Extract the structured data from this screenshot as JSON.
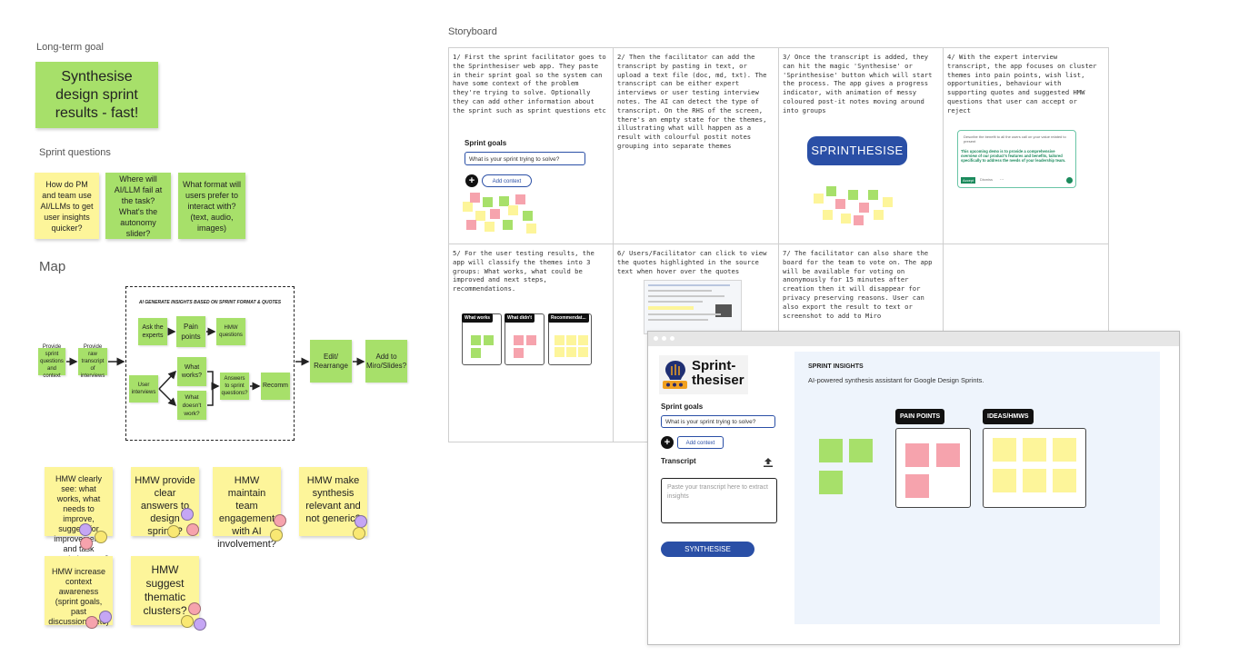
{
  "long_term": {
    "heading": "Long-term goal",
    "goal": "Synthesise design sprint results - fast!"
  },
  "sprint_questions": {
    "heading": "Sprint questions",
    "items": [
      "How do PM and team use AI/LLMs to get user insights quicker?",
      "Where will AI/LLM fail at the task? What's the autonomy slider?",
      "What format will users prefer to interact with? (text, audio, images)"
    ]
  },
  "map": {
    "heading": "Map",
    "box_title": "AI GENERATE INSIGHTS BASED ON SPRINT FORMAT & QUOTES",
    "nodes": {
      "provide_questions": "Provide sprint questions and context",
      "provide_transcript": "Provide raw transcript of interviews",
      "ask_experts": "Ask the experts",
      "pain_points": "Pain points",
      "hmw_questions": "HMW questions",
      "user_interviews": "User interviews",
      "what_works": "What works?",
      "what_doesnt": "What doesn't work?",
      "answers": "Answers to sprint questions?",
      "recomm": "Recomm",
      "edit": "Edit/ Rearrange",
      "add_miro": "Add to Miro/Slides?"
    }
  },
  "hmws": [
    "HMW clearly see: what works, what needs to improve, suggest for improvement, and task completion rate?",
    "HMW provide clear answers to design sprints?",
    "HMW maintain team engagement with AI involvement?",
    "HMW make synthesis relevant and not generic?",
    "HMW increase context awareness (sprint goals, past discussions, etc)",
    "HMW suggest thematic clusters?"
  ],
  "storyboard": {
    "heading": "Storyboard",
    "cells": [
      "1/ First the sprint facilitator goes to the Sprinthesiser web app. They paste in their sprint goal so the system can have some context of the problem they're trying to solve. Optionally they can add other information about the sprint such as sprint questions etc",
      "2/ Then the facilitator can add the transcript by pasting in text, or upload a text file (doc, md, txt). The transcript can be either expert interviews or user testing interview notes. The AI can detect the type of transcript. On the RHS of the screen, there's an empty state for the themes, illustrating what will happen as a result with colourful postit notes grouping into separate themes",
      "3/ Once the transcript is added, they can hit the magic 'Synthesise' or 'Sprinthesise' button which will start the process. The app gives a progress indicator, with animation of messy coloured post-it notes moving around into groups",
      "4/ With the expert interview transcript, the app focuses on cluster themes into pain points, wish list, opportunities, behaviour with supporting quotes and suggested HMW questions that user can accept or reject",
      "5/ For the user testing results, the app will classify the themes into 3 groups: What works, what could be improved and next steps, recommendations.",
      "6/ Users/Facilitator can click to view the quotes highlighted in the source text when hover over the quotes",
      "7/ The facilitator can also share the board for the team to vote on. The app will be available for voting on anonymously for 15 minutes after creation then it will disappear for privacy preserving reasons. User can also export the result to text or screenshot to add to Miro",
      ""
    ],
    "c1": {
      "goals_label": "Sprint goals",
      "input_placeholder": "What is your sprint trying to solve?",
      "add_context": "Add context"
    },
    "c3_button": "SPRINTHESISE",
    "c4": {
      "prompt": "Describe the benefit to all the users call on your value related to present",
      "text": "This upcoming demo is to provide a comprehensive overview of our product's features and benefits, tailored specifically to address the needs of your leadership team.",
      "accept": "Accept",
      "dismiss": "Dismiss",
      "more": "..."
    },
    "c5_tabs": [
      "What works",
      "What didn't",
      "Recommendat..."
    ]
  },
  "app": {
    "logo_line1": "Sprint-",
    "logo_line2": "thesiser",
    "goals_label": "Sprint goals",
    "goals_placeholder": "What is your sprint trying to solve?",
    "add_context": "Add context",
    "transcript_label": "Transcript",
    "transcript_placeholder": "Paste your transcript here to extract insights",
    "synthesise": "SYNTHESISE",
    "insights_title": "SPRINT INSIGHTS",
    "insights_sub": "AI-powered synthesis assistant for Google Design Sprints.",
    "pain_points": "PAIN POINTS",
    "ideas": "IDEAS/HMWS"
  },
  "colors": {
    "sticky_green": "#a7e06a",
    "sticky_yellow": "#fdf59a",
    "sticky_pink": "#f6a3ad",
    "accent_blue": "#2a4fa6",
    "insights_bg": "#eef4fc"
  }
}
